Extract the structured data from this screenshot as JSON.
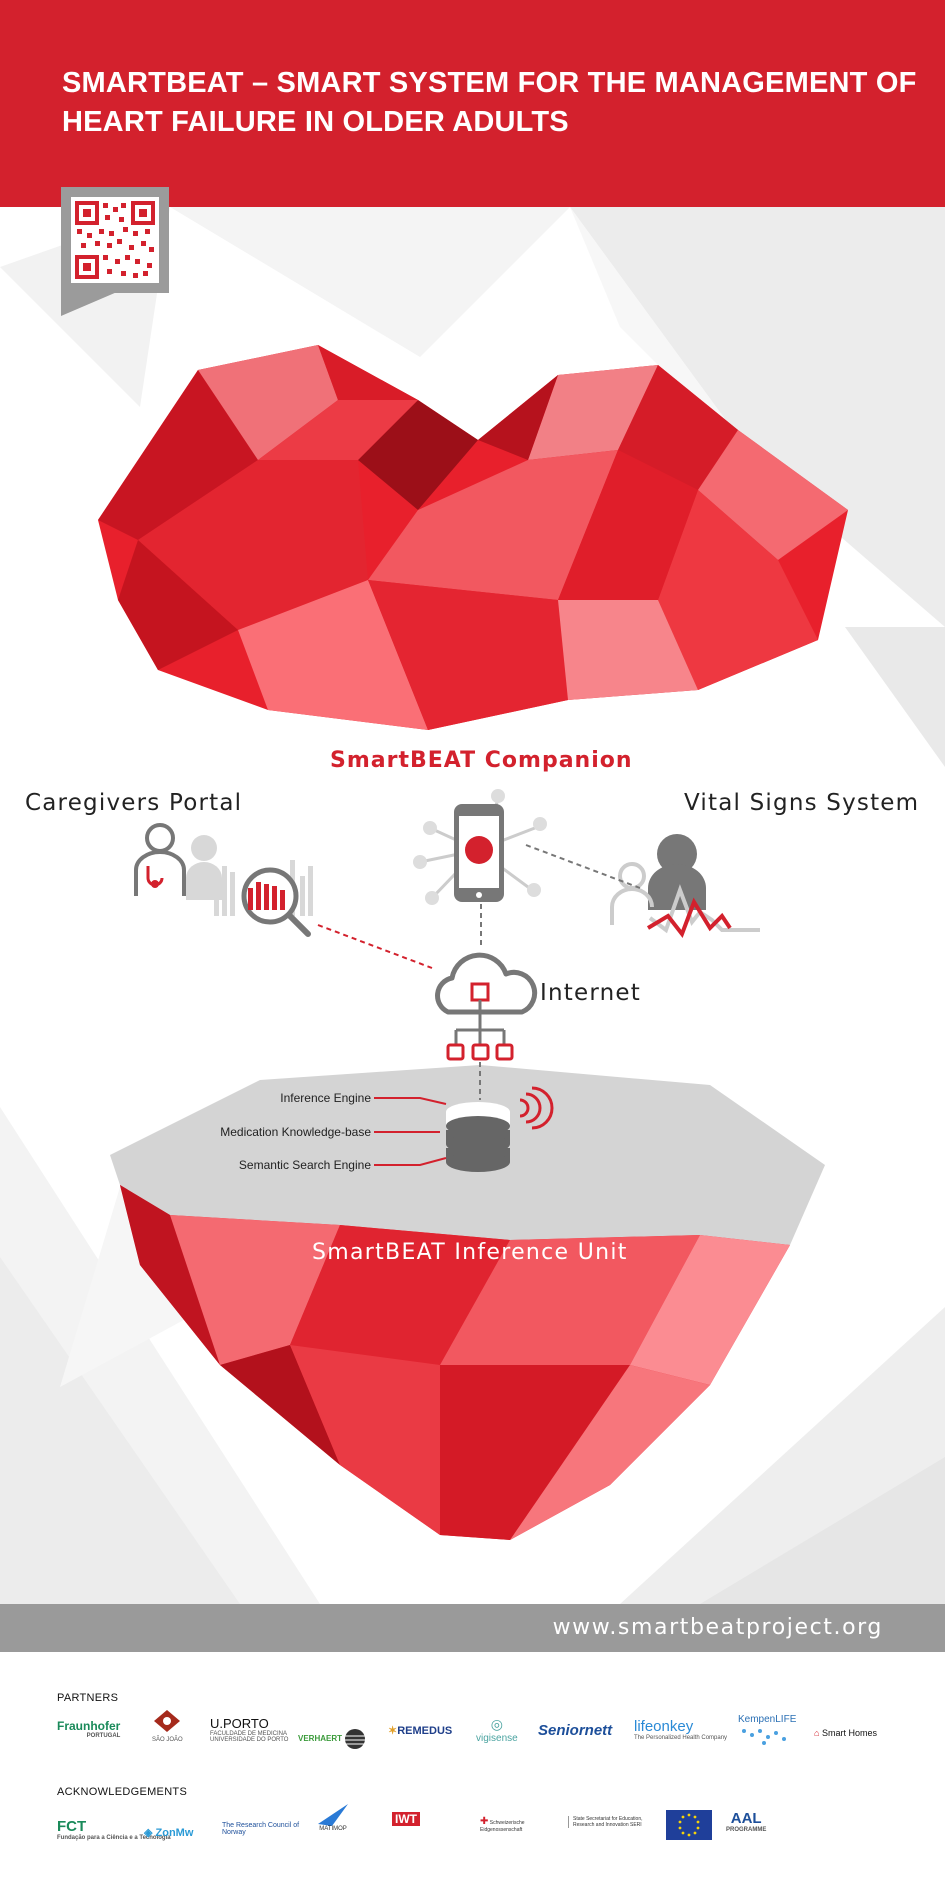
{
  "header": {
    "title": "SMARTBEAT – SMART SYSTEM FOR THE MANAGEMENT OF HEART FAILURE IN OLDER ADULTS",
    "bg_color": "#d3212d"
  },
  "qr": {
    "icon": "qr-code-icon"
  },
  "diagram": {
    "companion": "SmartBEAT Companion",
    "caregivers_portal": "Caregivers Portal",
    "vital_signs": "Vital Signs System",
    "internet": "Internet",
    "inference_engine": "Inference Engine",
    "medication_kb": "Medication Knowledge-base",
    "semantic_search": "Semantic Search Engine",
    "inference_unit": "SmartBEAT Inference Unit",
    "accent_color": "#d3212d",
    "icon_color": "#777777"
  },
  "footer": {
    "url": "www.smartbeatproject.org"
  },
  "partners": {
    "heading": "PARTNERS",
    "logos": [
      {
        "name": "Fraunhofer",
        "sub": "PORTUGAL"
      },
      {
        "name": "SÃO JOÃO",
        "sub": ""
      },
      {
        "name": "U.PORTO",
        "sub": "FACULDADE DE MEDICINA UNIVERSIDADE DO PORTO"
      },
      {
        "name": "VERHAERT",
        "sub": ""
      },
      {
        "name": "REMEDUS",
        "sub": ""
      },
      {
        "name": "vigisense",
        "sub": ""
      },
      {
        "name": "Seniornett",
        "sub": ""
      },
      {
        "name": "lifeonkey",
        "sub": "The Personalized Health Company"
      },
      {
        "name": "KempenLIFE",
        "sub": ""
      },
      {
        "name": "Smart Homes",
        "sub": ""
      }
    ]
  },
  "acknowledgements": {
    "heading": "ACKNOWLEDGEMENTS",
    "logos": [
      {
        "name": "FCT",
        "sub": "Fundação para a Ciência e a Tecnologia"
      },
      {
        "name": "ZonMw",
        "sub": ""
      },
      {
        "name": "The Research Council of Norway",
        "sub": ""
      },
      {
        "name": "MATIMOP",
        "sub": ""
      },
      {
        "name": "IWT",
        "sub": ""
      },
      {
        "name": "Schweizerische Eidgenossenschaft",
        "sub": ""
      },
      {
        "name": "State Secretariat for Education, Research and Innovation SERI",
        "sub": ""
      },
      {
        "name": "EU",
        "sub": ""
      },
      {
        "name": "AAL",
        "sub": "PROGRAMME"
      }
    ]
  }
}
